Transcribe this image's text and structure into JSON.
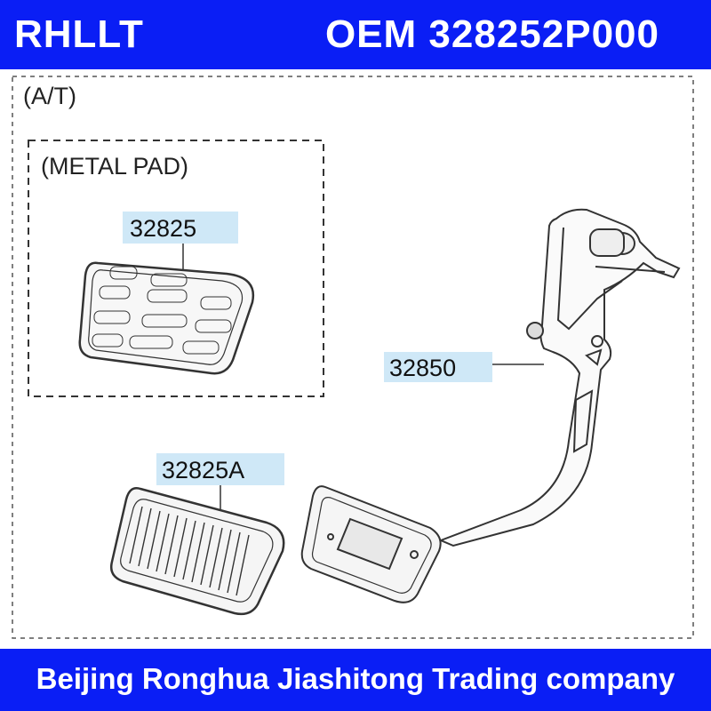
{
  "header": {
    "brand": "RHLLT",
    "oem": "OEM 328252P000"
  },
  "footer": {
    "company": "Beijing Ronghua Jiashitong Trading company"
  },
  "diagram": {
    "variant_label": "(A/T)",
    "group_label": "(METAL PAD)",
    "parts": [
      {
        "number": "32825"
      },
      {
        "number": "32850"
      },
      {
        "number": "32825A"
      }
    ],
    "colors": {
      "banner": "#0a1ef5",
      "tag": "#cfe8f7",
      "line": "#333333"
    }
  }
}
